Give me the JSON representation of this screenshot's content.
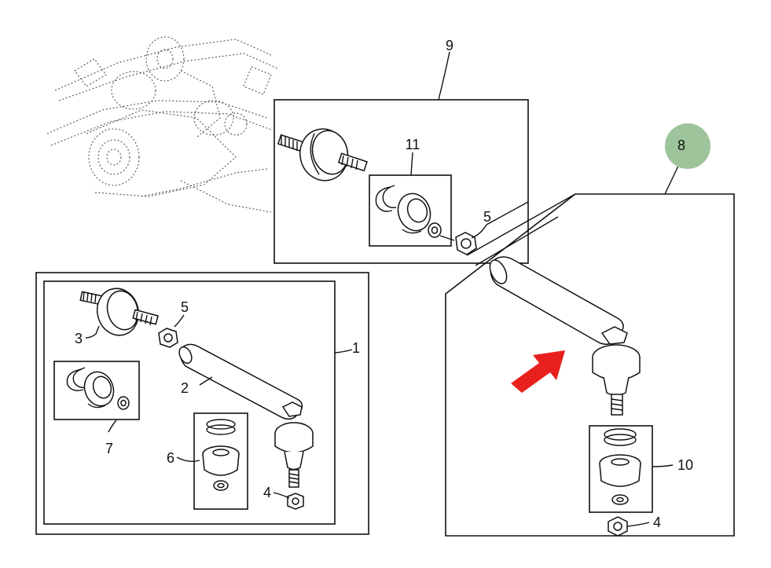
{
  "callouts": {
    "c1": "1",
    "c2": "2",
    "c3": "3",
    "c4_left": "4",
    "c4_right": "4",
    "c5_left": "5",
    "c5_top": "5",
    "c6": "6",
    "c7": "7",
    "c8": "8",
    "c9": "9",
    "c10": "10",
    "c11": "11"
  },
  "colors": {
    "highlight_circle": "#9dc49a",
    "arrow": "#e8201e"
  },
  "icons": {
    "pointer": "red-arrow-icon"
  }
}
